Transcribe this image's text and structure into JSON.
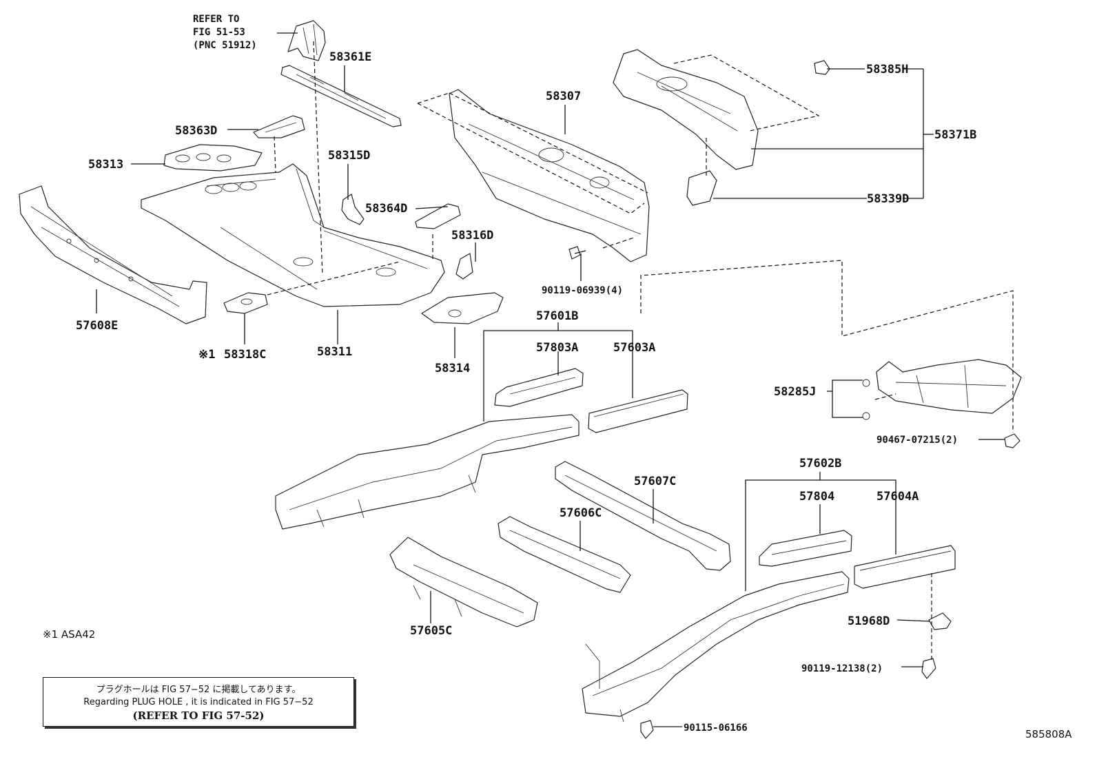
{
  "refer_note": {
    "line1": "REFER TO",
    "line2": "FIG 51-53",
    "line3": "(PNC 51912)"
  },
  "parts": {
    "p58361E": "58361E",
    "p58363D": "58363D",
    "p58313": "58313",
    "p58315D": "58315D",
    "p58364D": "58364D",
    "p58316D": "58316D",
    "p57608E": "57608E",
    "p58318C": "58318C",
    "p58318C_mark": "※1",
    "p58311": "58311",
    "p58314": "58314",
    "p58307": "58307",
    "p90119_06939": "90119-06939(4)",
    "p58385H": "58385H",
    "p58371B": "58371B",
    "p58339D": "58339D",
    "p57601B": "57601B",
    "p57803A": "57803A",
    "p57603A": "57603A",
    "p58285J": "58285J",
    "p90467_07215": "90467-07215(2)",
    "p57607C": "57607C",
    "p57606C": "57606C",
    "p57605C": "57605C",
    "p57602B": "57602B",
    "p57804": "57804",
    "p57604A": "57604A",
    "p51968D": "51968D",
    "p90119_12138": "90119-12138(2)",
    "p90115_06166": "90115-06166"
  },
  "footnote": "※1 ASA42",
  "note_box": {
    "japanese": "プラグホールは FIG 57−52 に掲載してあります。",
    "english": "Regarding PLUG HOLE , it is indicated in FIG 57−52",
    "refer": "(REFER TO FIG 57-52)"
  },
  "figure_id": "585808A"
}
